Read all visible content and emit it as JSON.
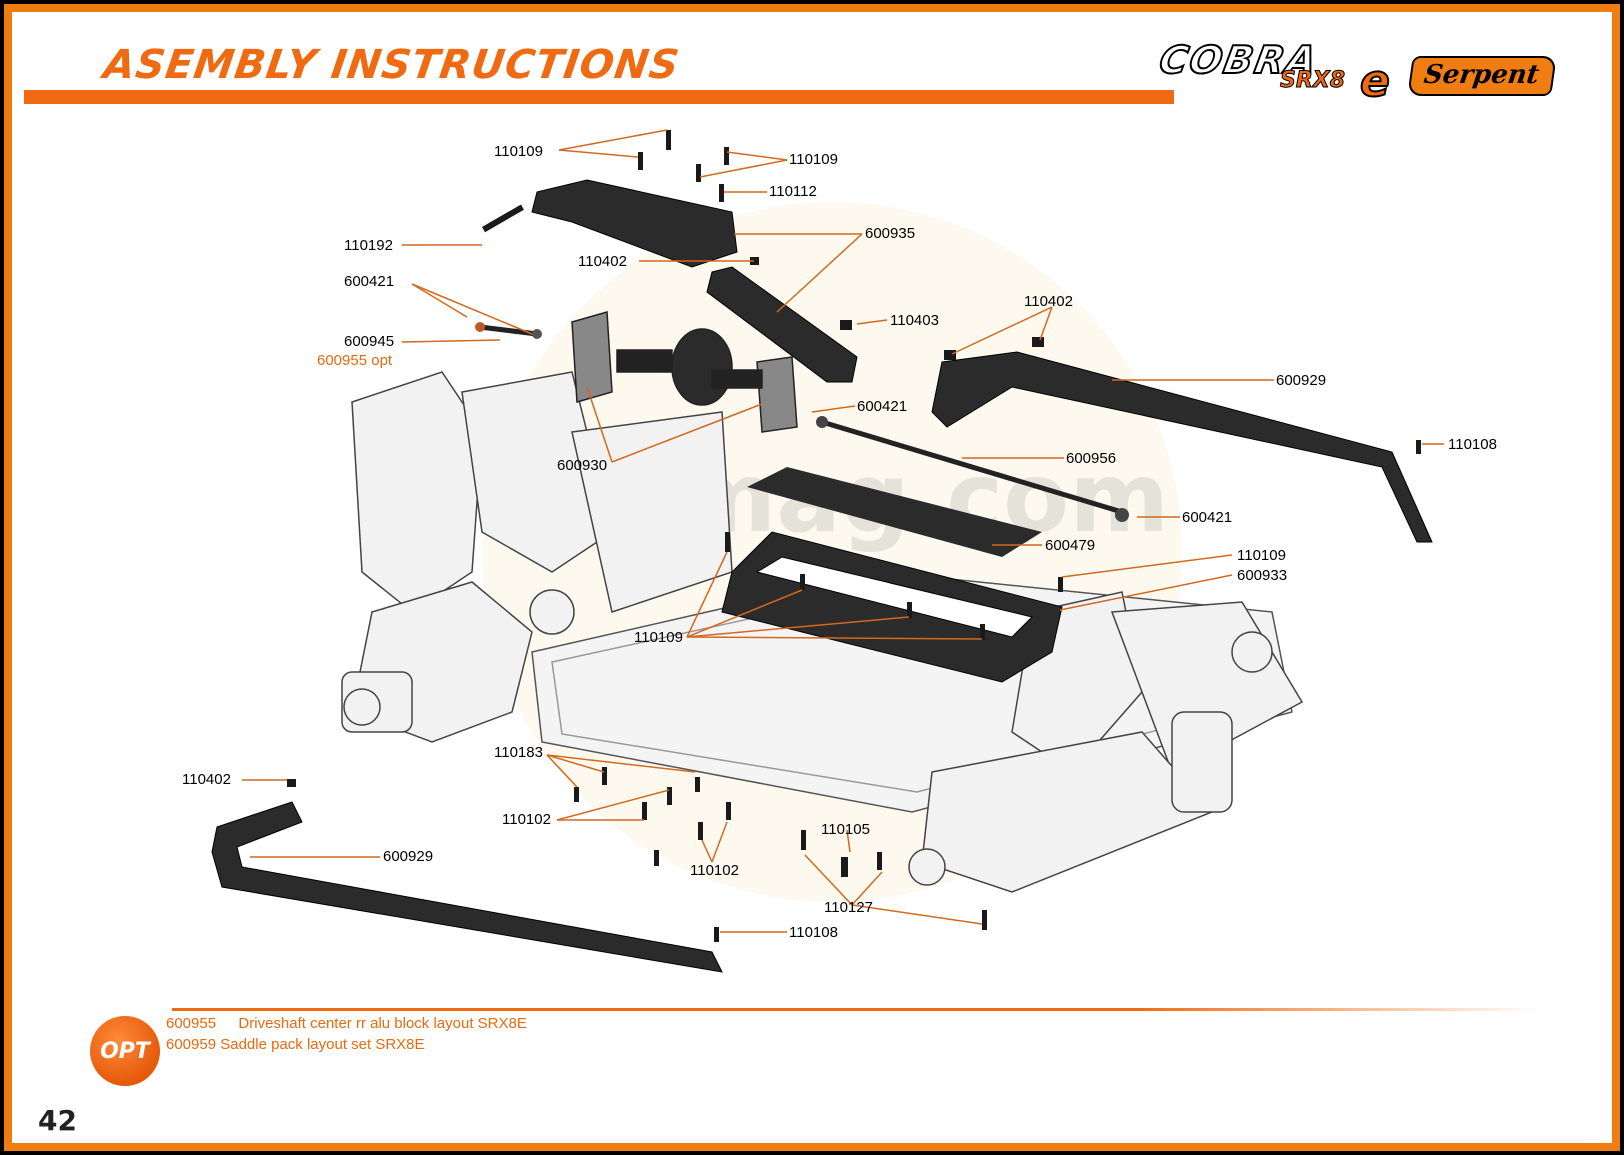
{
  "header": {
    "title": "ASEMBLY INSTRUCTIONS",
    "logo_cobra": "COBRA",
    "logo_cobra_sub": "SRX8",
    "logo_cobra_e": "e",
    "logo_serpent": "Serpent"
  },
  "watermark": "rcmag.com",
  "callouts": {
    "p110109_top": "110109",
    "p110109_topright": "110109",
    "p110112": "110112",
    "p110192": "110192",
    "p600935": "600935",
    "p110402_a": "110402",
    "p600421_a": "600421",
    "p600945": "600945",
    "p600955_opt": "600955 opt",
    "p110403": "110403",
    "p110402_b": "110402",
    "p600929_right": "600929",
    "p600421_b": "600421",
    "p110108_right": "110108",
    "p600930": "600930",
    "p600956": "600956",
    "p600421_c": "600421",
    "p600479": "600479",
    "p110109_mid": "110109",
    "p600933": "600933",
    "p110109_low": "110109",
    "p110183": "110183",
    "p110402_c": "110402",
    "p110102_a": "110102",
    "p110105": "110105",
    "p600929_left": "600929",
    "p110102_b": "110102",
    "p110127": "110127",
    "p110108_bottom": "110108"
  },
  "options": {
    "badge": "OPT",
    "line1_code": "600955",
    "line1_desc": "Driveshaft center rr alu block layout SRX8E",
    "line2_code": "600959",
    "line2_desc": "Saddle pack layout set SRX8E"
  },
  "page_number": "42",
  "colors": {
    "accent": "#ef6a10",
    "part": "#2b2b2b",
    "leader": "#d2691e"
  }
}
